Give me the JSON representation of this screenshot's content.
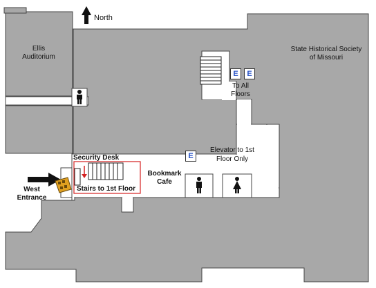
{
  "map": {
    "north_label": "North",
    "rooms": {
      "ellis_line1": "Ellis",
      "ellis_line2": "Auditorium",
      "shsm_line1": "State Historical Society",
      "shsm_line2": "of Missouri",
      "cafe_line1": "Bookmark",
      "cafe_line2": "Cafe"
    },
    "labels": {
      "to_all_floors_line1": "To All",
      "to_all_floors_line2": "Floors",
      "elevator_first_line1": "Elevator to 1st",
      "elevator_first_line2": "Floor Only",
      "security_desk": "Security Desk",
      "stairs_first_floor": "Stairs to 1st Floor",
      "west_entrance_line1": "West",
      "west_entrance_line2": "Entrance"
    },
    "elevator_symbol": "E",
    "icons": [
      "north-arrow-icon",
      "restroom-male-icon",
      "restroom-female-icon",
      "entrance-arrow-icon",
      "elevator-icon",
      "stairs-icon",
      "security-desk-icon"
    ],
    "colors": {
      "floor_fill": "#a8a8a8",
      "corridor": "#ffffff",
      "stairs_outline": "#d42020",
      "elevator_letter": "#2a55c8"
    }
  }
}
